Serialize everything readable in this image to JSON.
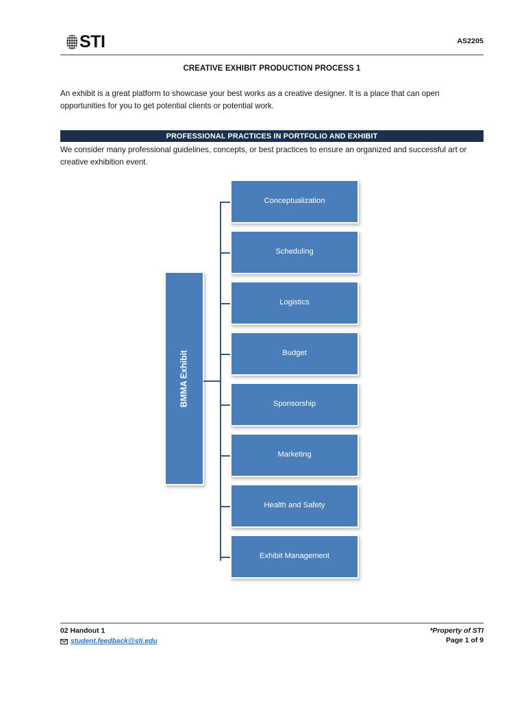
{
  "header": {
    "logo_text": "STI",
    "logo_icon": "globe-icon",
    "doc_code": "AS2205"
  },
  "title": "CREATIVE EXHIBIT PRODUCTION PROCESS 1",
  "intro_paragraph": "An exhibit is a great platform to showcase your best works as a creative designer. It is a place that can open opportunities for you to get potential clients or potential work.",
  "section": {
    "bar_title": "PROFESSIONAL PRACTICES IN PORTFOLIO AND EXHIBIT",
    "body": "We consider many professional guidelines, concepts, or best practices to ensure an organized and successful art or creative exhibition event."
  },
  "diagram": {
    "type": "tree",
    "root_label": "BMMA Exhibit",
    "nodes": [
      {
        "label": "Conceptualization"
      },
      {
        "label": "Scheduling"
      },
      {
        "label": "Logistics"
      },
      {
        "label": "Budget"
      },
      {
        "label": "Sponsorship"
      },
      {
        "label": "Marketing"
      },
      {
        "label": "Health and Safety"
      },
      {
        "label": "Exhibit Management"
      }
    ],
    "colors": {
      "node_fill": "#4a7ebb",
      "connector": "#31598e",
      "node_text": "#ffffff"
    }
  },
  "footer": {
    "handout": "02 Handout 1",
    "email": "student.feedback@sti.edu",
    "mail_icon": "envelope-icon",
    "property": "*Property of STI",
    "page": "Page 1 of 9"
  },
  "colors": {
    "section_bar": "#1b2f4e",
    "rule": "#9a9a9a",
    "link": "#2f6fc4"
  }
}
